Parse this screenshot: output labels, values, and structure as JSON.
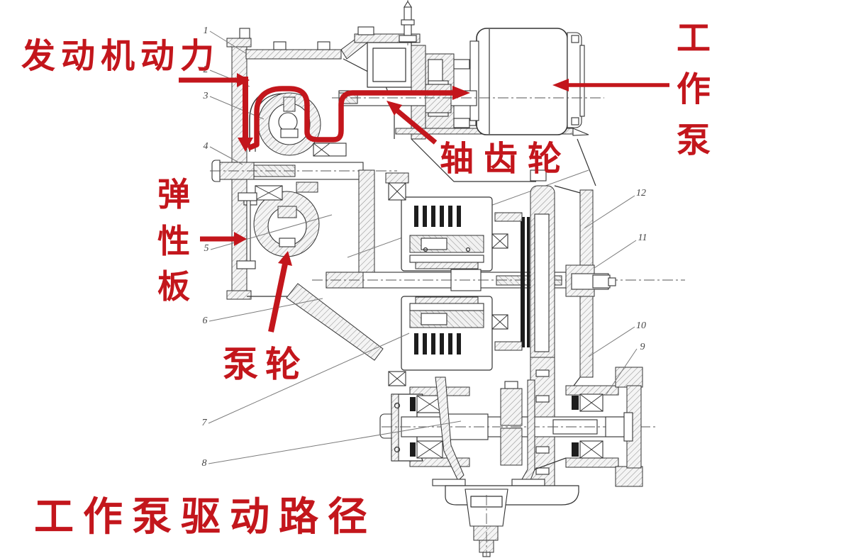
{
  "colors": {
    "annotation_red": "#c3161c",
    "drawing_line": "#333333",
    "hatch_line": "#8a8a8a",
    "leader_line": "#7b7b7b",
    "callout_number": "#454545",
    "background": "#ffffff"
  },
  "annotations": {
    "engine_power_label": "发动机动力",
    "working_pump_label_chars": [
      "工",
      "作",
      "泵"
    ],
    "shaft_gear_label": "轴齿轮",
    "elastic_plate_label_chars": [
      "弹",
      "性",
      "板"
    ],
    "pump_impeller_label": "泵轮",
    "bottom_title": "工作泵驱动路径"
  },
  "callouts": [
    {
      "n": "1"
    },
    {
      "n": "2"
    },
    {
      "n": "3"
    },
    {
      "n": "4"
    },
    {
      "n": "5"
    },
    {
      "n": "6"
    },
    {
      "n": "7"
    },
    {
      "n": "8"
    },
    {
      "n": "9"
    },
    {
      "n": "10"
    },
    {
      "n": "11"
    },
    {
      "n": "12"
    }
  ]
}
